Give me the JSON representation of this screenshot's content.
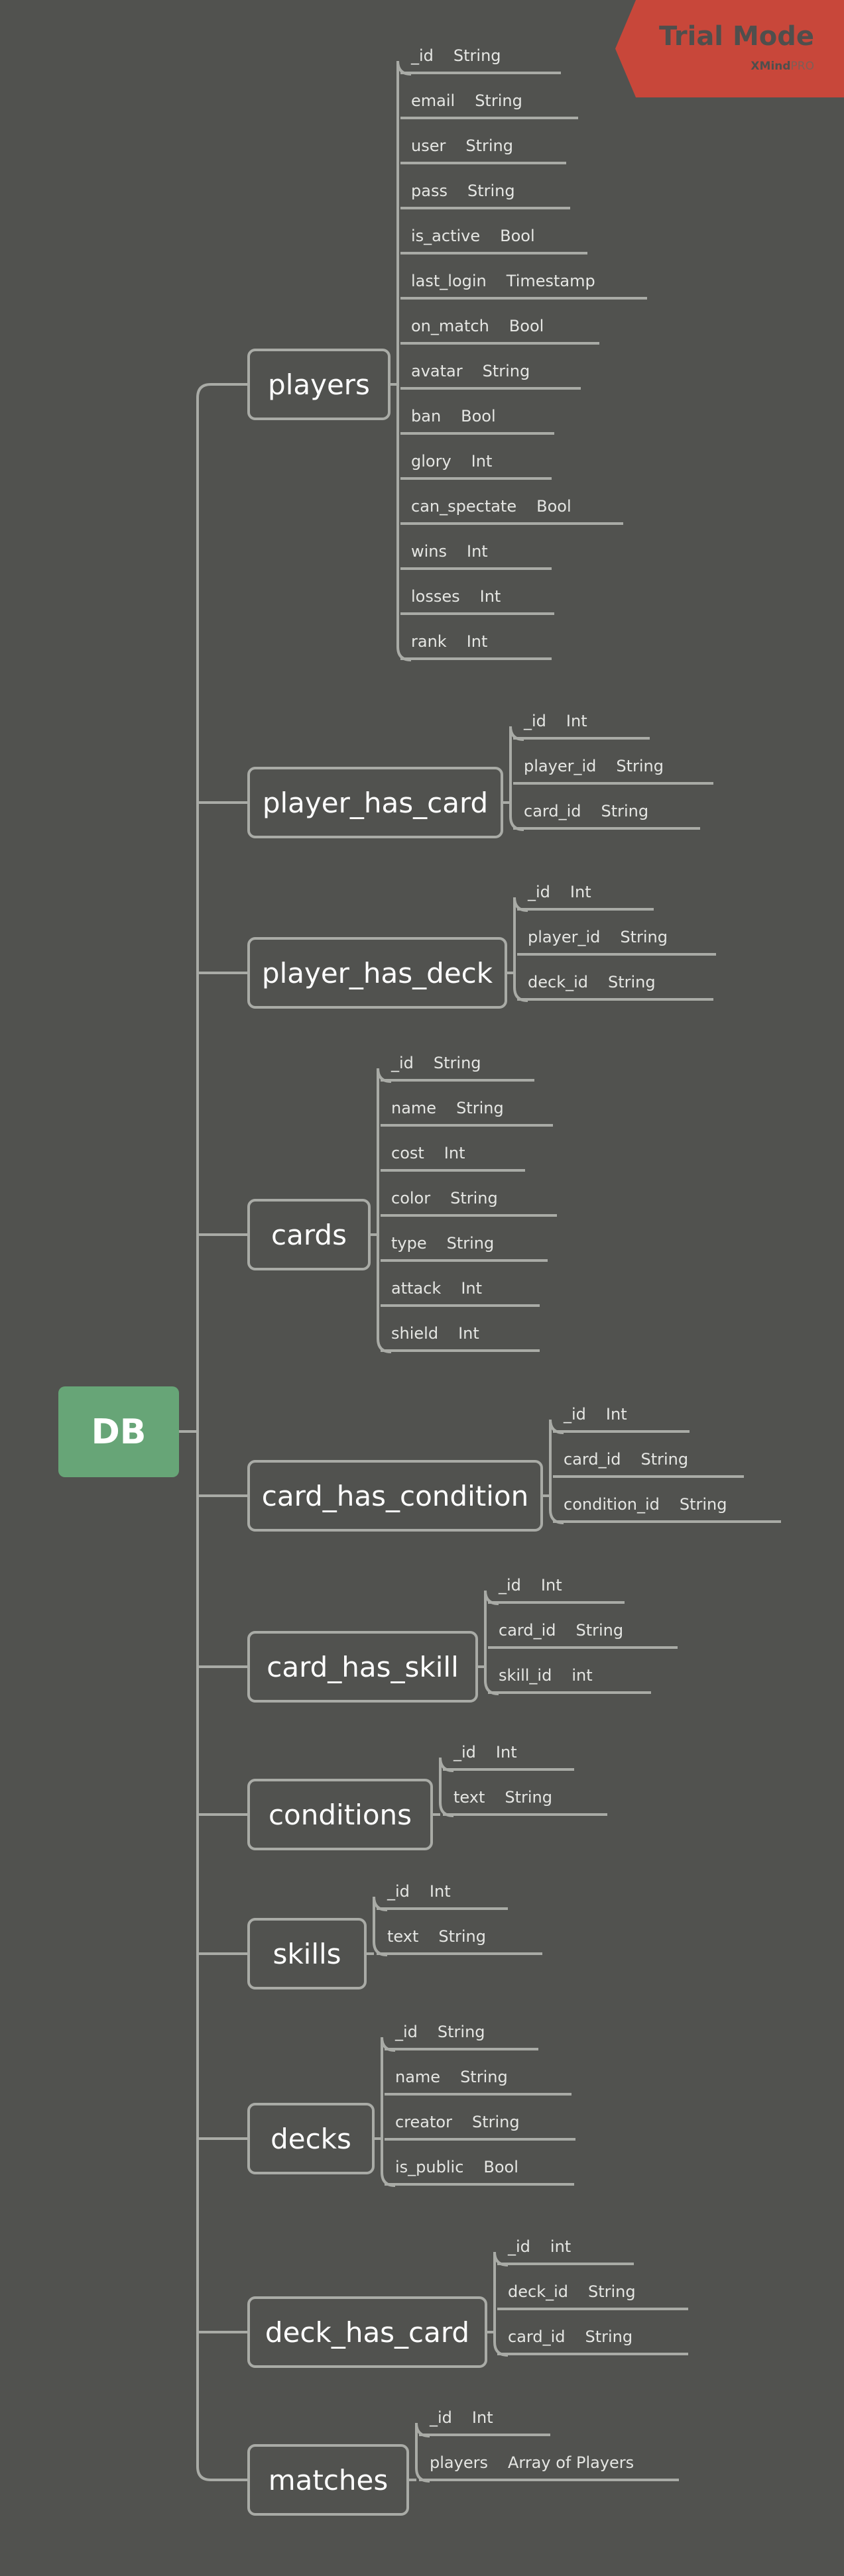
{
  "watermark": {
    "title": "Trial Mode",
    "app": "XMind",
    "edition": "PRO"
  },
  "root": {
    "label": "DB"
  },
  "tables": [
    {
      "name": "players",
      "fields": [
        {
          "name": "_id",
          "type": "String"
        },
        {
          "name": "email",
          "type": "String"
        },
        {
          "name": "user",
          "type": "String"
        },
        {
          "name": "pass",
          "type": "String"
        },
        {
          "name": "is_active",
          "type": "Bool"
        },
        {
          "name": "last_login",
          "type": "Timestamp"
        },
        {
          "name": "on_match",
          "type": "Bool"
        },
        {
          "name": "avatar",
          "type": "String"
        },
        {
          "name": "ban",
          "type": "Bool"
        },
        {
          "name": "glory",
          "type": "Int"
        },
        {
          "name": "can_spectate",
          "type": "Bool"
        },
        {
          "name": "wins",
          "type": "Int"
        },
        {
          "name": "losses",
          "type": "Int"
        },
        {
          "name": "rank",
          "type": "Int"
        }
      ]
    },
    {
      "name": "player_has_card",
      "fields": [
        {
          "name": "_id",
          "type": "Int"
        },
        {
          "name": "player_id",
          "type": "String"
        },
        {
          "name": "card_id",
          "type": "String"
        }
      ]
    },
    {
      "name": "player_has_deck",
      "fields": [
        {
          "name": "_id",
          "type": "Int"
        },
        {
          "name": "player_id",
          "type": "String"
        },
        {
          "name": "deck_id",
          "type": "String"
        }
      ]
    },
    {
      "name": "cards",
      "fields": [
        {
          "name": "_id",
          "type": "String"
        },
        {
          "name": "name",
          "type": "String"
        },
        {
          "name": "cost",
          "type": "Int"
        },
        {
          "name": "color",
          "type": "String"
        },
        {
          "name": "type",
          "type": "String"
        },
        {
          "name": "attack",
          "type": "Int"
        },
        {
          "name": "shield",
          "type": "Int"
        }
      ]
    },
    {
      "name": "card_has_condition",
      "fields": [
        {
          "name": "_id",
          "type": "Int"
        },
        {
          "name": "card_id",
          "type": "String"
        },
        {
          "name": "condition_id",
          "type": "String"
        }
      ]
    },
    {
      "name": "card_has_skill",
      "fields": [
        {
          "name": "_id",
          "type": "Int"
        },
        {
          "name": "card_id",
          "type": "String"
        },
        {
          "name": "skill_id",
          "type": "int"
        }
      ]
    },
    {
      "name": "conditions",
      "fields": [
        {
          "name": "_id",
          "type": "Int"
        },
        {
          "name": "text",
          "type": "String"
        }
      ]
    },
    {
      "name": "skills",
      "fields": [
        {
          "name": "_id",
          "type": "Int"
        },
        {
          "name": "text",
          "type": "String"
        }
      ]
    },
    {
      "name": "decks",
      "fields": [
        {
          "name": "_id",
          "type": "String"
        },
        {
          "name": "name",
          "type": "String"
        },
        {
          "name": "creator",
          "type": "String"
        },
        {
          "name": "is_public",
          "type": "Bool"
        }
      ]
    },
    {
      "name": "deck_has_card",
      "fields": [
        {
          "name": "_id",
          "type": "int"
        },
        {
          "name": "deck_id",
          "type": "String"
        },
        {
          "name": "card_id",
          "type": "String"
        }
      ]
    },
    {
      "name": "matches",
      "fields": [
        {
          "name": "_id",
          "type": "Int"
        },
        {
          "name": "players",
          "type": "Array of Players"
        }
      ]
    }
  ]
}
